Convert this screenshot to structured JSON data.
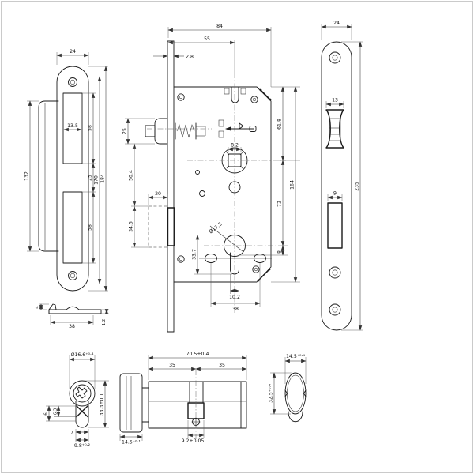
{
  "page": {
    "background": "#ffffff",
    "line_color": "#1b1b1b",
    "dim_color": "#333333"
  },
  "icons": {
    "keyhole-icon": "key profile cutout in cylinder plug",
    "latch-direction-icon": "reversible latch arrow",
    "screw-hole-icon": "concentric circle screw hole",
    "cam-cross-icon": "X hatched cam section",
    "spring-icon": "latch spring zigzag"
  },
  "views": {
    "strike_plate_front": {
      "name": "strike plate front view",
      "dims": {
        "width": "24",
        "slot_width": "13.5",
        "slot_upper_height": "58",
        "slot_gap": "25",
        "slot_lower_height": "58",
        "hole_span": "170",
        "total_height": "184",
        "lip_height": "132"
      }
    },
    "strike_plate_side": {
      "name": "strike plate side view",
      "dims": {
        "lip": "4",
        "width": "38",
        "thickness": "1.2"
      }
    },
    "lock_case_front": {
      "name": "mortise lock case front view",
      "dims": {
        "total_width": "84",
        "backset": "55",
        "faceplate_thickness": "2.8",
        "latch_height": "25",
        "latch_to_bolt": "50.4",
        "bolt_throw": "20",
        "bolt_height": "34.5",
        "follower_square": "8.2",
        "top_to_follower": "61.8",
        "follower_to_cylinder": "72",
        "cylinder_to_edge": "8",
        "total_height": "164",
        "cylinder_dia": "Ø17.2",
        "cylinder_height": "33.7",
        "cylinder_width": "10.2",
        "hole_span": "38"
      }
    },
    "faceplate_front": {
      "name": "faceplate front view",
      "dims": {
        "width": "24",
        "latch_cutout": "13",
        "bolt_cutout": "9",
        "height": "235"
      }
    },
    "cylinder_end": {
      "name": "euro cylinder end view",
      "dims": {
        "diameter": "Ø16.6⁺⁰·⁴",
        "height": "33.3±0.1",
        "cam_offset_a": "6.3",
        "cam_offset_b": "6",
        "key_width": "7",
        "body_width": "9.8⁺⁰·²"
      }
    },
    "cylinder_side": {
      "name": "euro cylinder side view",
      "dims": {
        "length": "70.5±0.4",
        "half_a": "35",
        "half_b": "35",
        "knob_thickness": "14.5⁺⁰·¹",
        "cam_width": "9.2±0.05"
      }
    },
    "knob_front": {
      "name": "oval knob front view",
      "dims": {
        "width": "14.5⁺⁰·⁴",
        "height": "32.5⁺⁰·⁴"
      }
    }
  }
}
